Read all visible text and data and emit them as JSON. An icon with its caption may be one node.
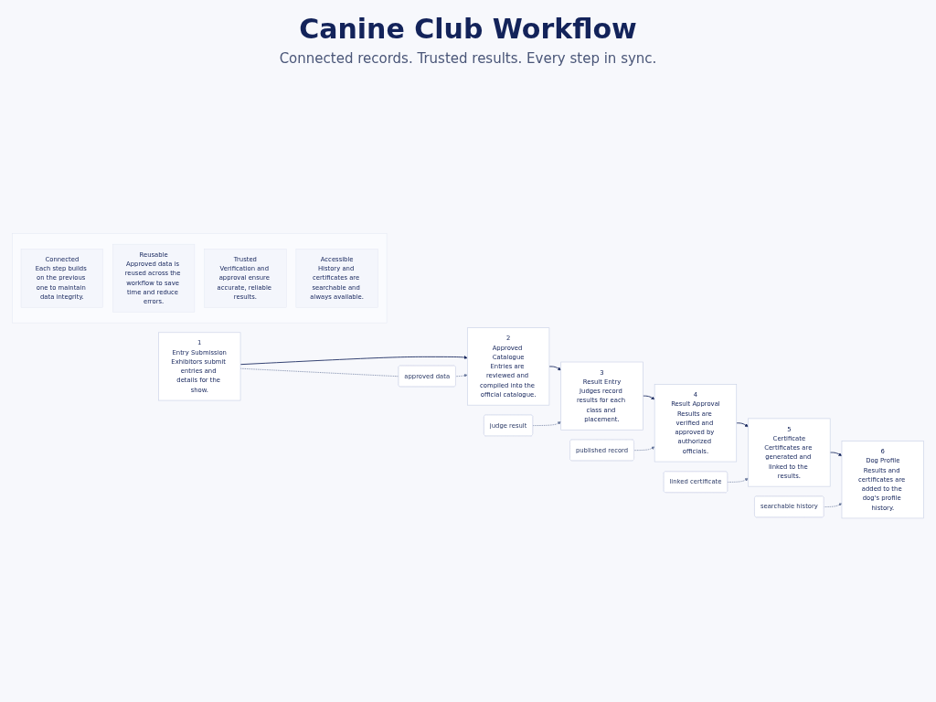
{
  "diagram": {
    "title": "Canine Club Workflow",
    "caption": "Connected records. Trusted results. Every step in sync.",
    "nodes": [
      {
        "text": [
          "1",
          "Entry Submission",
          "Exhibitors submit entries and details for the show."
        ]
      },
      {
        "text": [
          "2",
          "Approved Catalogue",
          "Entries are reviewed and compiled into the official catalogue."
        ]
      },
      {
        "text": [
          "3",
          "Result Entry",
          "Judges record results for each class and placement."
        ]
      },
      {
        "text": [
          "4",
          "Result Approval",
          "Results are verified and approved by authorized officials."
        ]
      },
      {
        "text": [
          "5",
          "Certificate",
          "Certificates are generated and linked to the results."
        ]
      },
      {
        "text": [
          "6",
          "Dog Profile",
          "Results and certificates are added to the dog's profile history."
        ]
      },
      {
        "text": [
          "approved data"
        ]
      },
      {
        "text": [
          "judge result"
        ]
      },
      {
        "text": [
          "published record"
        ]
      },
      {
        "text": [
          "linked certificate"
        ]
      },
      {
        "text": [
          "searchable history"
        ]
      },
      {
        "text": [],
        "shape": "box"
      },
      {
        "text": [
          "Connected",
          "Each step builds on the previous one to maintain data integrity."
        ],
        "in": 11
      },
      {
        "text": [
          "Reusable",
          "Approved data is reused across the workflow to save time and reduce errors."
        ],
        "in": 11
      },
      {
        "text": [
          "Trusted",
          "Verification and approval ensure accurate, reliable results."
        ],
        "in": 11
      },
      {
        "text": [
          "Accessible",
          "History and certificates are searchable and always available."
        ],
        "in": 11
      }
    ],
    "edges": [
      {
        "from": 0,
        "to": 1,
        "arrow": "to"
      },
      {
        "from": 1,
        "to": 2,
        "arrow": "to"
      },
      {
        "from": 2,
        "to": 3,
        "arrow": "to"
      },
      {
        "from": 3,
        "to": 4,
        "arrow": "to"
      },
      {
        "from": 4,
        "to": 5,
        "arrow": "to"
      },
      {
        "from": 0,
        "to": 6,
        "arrow": "none",
        "style": "dashed"
      },
      {
        "from": 6,
        "to": 1,
        "arrow": "to",
        "style": "dashed"
      },
      {
        "from": 7,
        "to": 2,
        "arrow": "to",
        "style": "dashed"
      },
      {
        "from": 8,
        "to": 3,
        "arrow": "to",
        "style": "dashed"
      },
      {
        "from": 9,
        "to": 4,
        "arrow": "to",
        "style": "dashed"
      },
      {
        "from": 10,
        "to": 5,
        "arrow": "to",
        "style": "dashed"
      }
    ]
  }
}
